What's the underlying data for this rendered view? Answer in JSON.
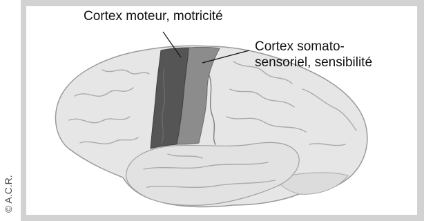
{
  "figure": {
    "copyright": "© A.C.R.",
    "labels": {
      "motor_cortex": "Cortex moteur, motricité",
      "sensory_cortex_line1": "Cortex somato-",
      "sensory_cortex_line2": "sensoriel, sensibilité"
    },
    "colors": {
      "frame": "#d2d2d2",
      "brain": "#e6e6e6",
      "motor_cortex": "#555555",
      "sensory_cortex": "#8c8c8c",
      "sulci": "#aaaaaa"
    }
  }
}
